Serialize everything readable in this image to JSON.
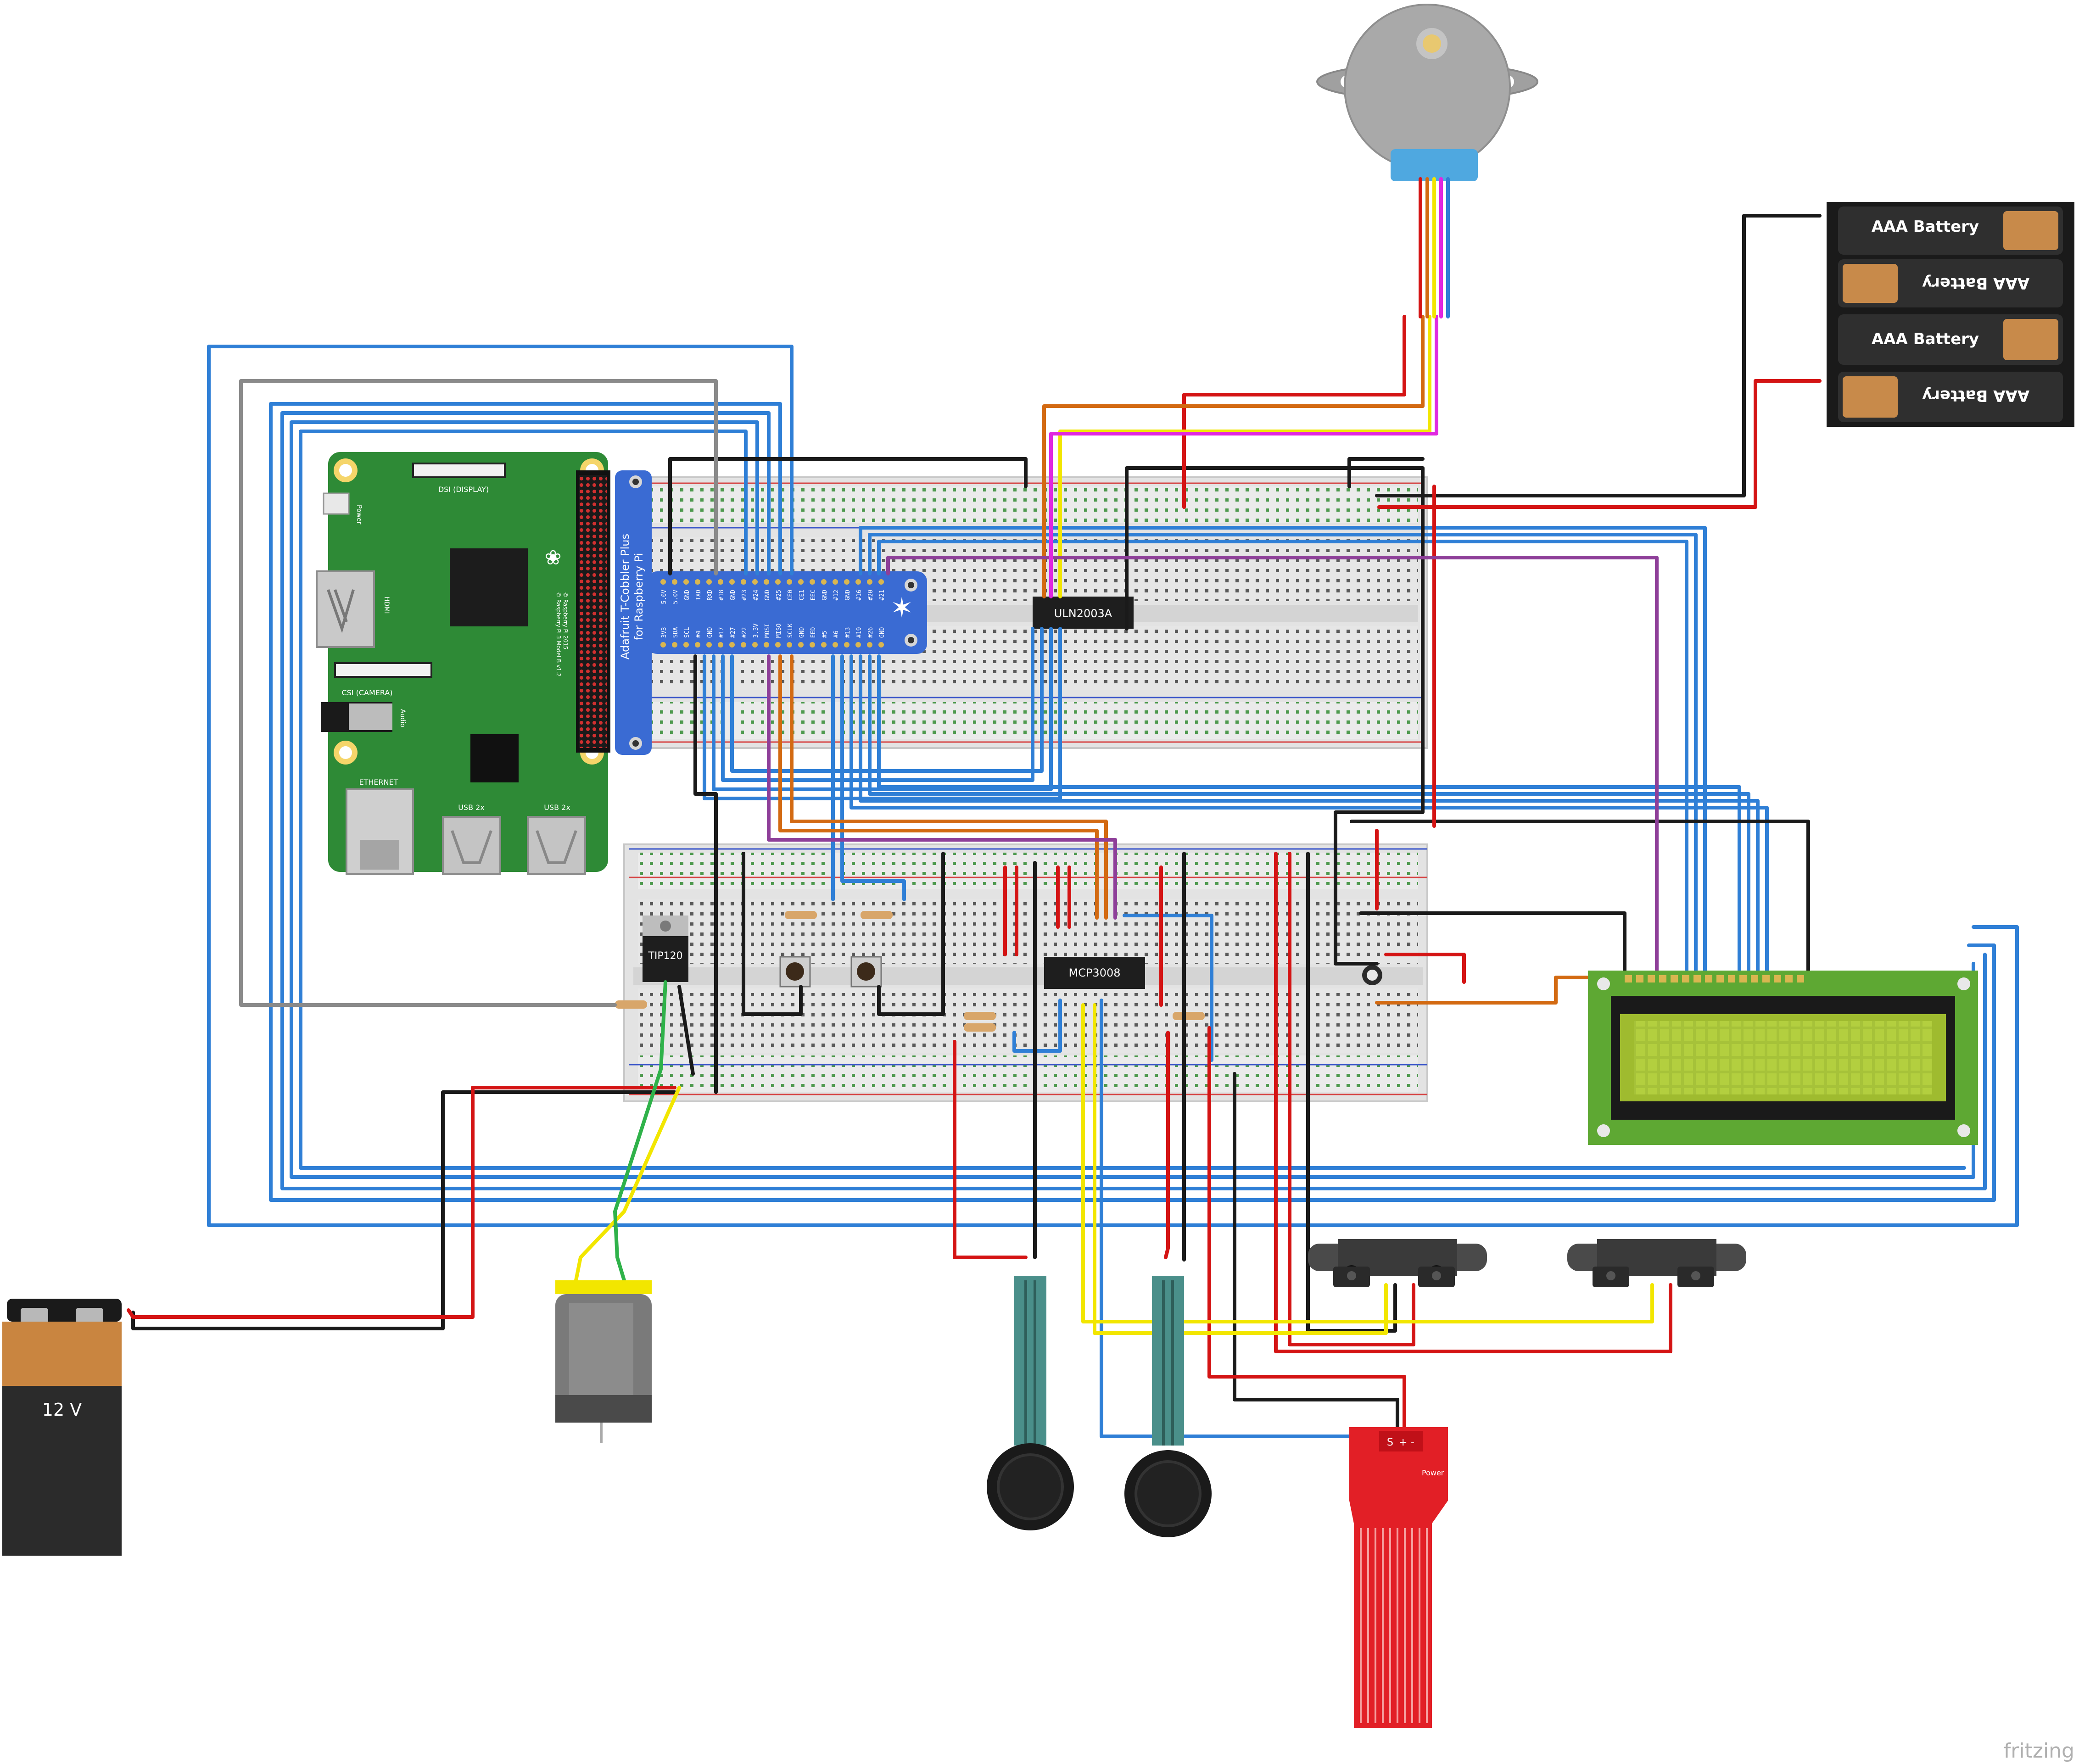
{
  "diagram": {
    "tool_mark": "fritzing",
    "battery_12v_label": "12 V",
    "aaa_battery_label": "AAA Battery",
    "tip120_label": "TIP120",
    "mcp3008_label": "MCP3008",
    "uln2003_label": "ULN2003A",
    "cobbler_title_1": "Adafruit T-Cobbler Plus",
    "cobbler_title_2": "for Raspberry Pi",
    "cobbler_top_pins": [
      "5.0V",
      "5.0V",
      "GND",
      "TXD",
      "RXD",
      "#18",
      "GND",
      "#23",
      "#24",
      "GND",
      "#25",
      "CE0",
      "CE1",
      "EEC",
      "GND",
      "#12",
      "GND",
      "#16",
      "#20",
      "#21"
    ],
    "cobbler_bottom_pins": [
      "3V3",
      "SDA",
      "SCL",
      "#4",
      "GND",
      "#17",
      "#27",
      "#22",
      "3.3V",
      "MOSI",
      "MISO",
      "SCLK",
      "GND",
      "EED",
      "#5",
      "#6",
      "#13",
      "#19",
      "#26",
      "GND"
    ],
    "pi_labels": {
      "dsi": "DSI (DISPLAY)",
      "power": "Power",
      "hdmi": "HDMI",
      "csi": "CSI (CAMERA)",
      "audio": "Audio",
      "ethernet": "ETHERNET",
      "usb1": "USB 2x",
      "usb2": "USB 2x",
      "model": "© Raspberry Pi 3 Model B v1.2",
      "year": "© Raspberry Pi 2015"
    },
    "water_sensor_label": "Power",
    "water_sensor_pins": [
      "S",
      "+",
      "-"
    ],
    "wire_colors": {
      "blue": "#2f7fd6",
      "red": "#d41414",
      "black": "#1a1a1a",
      "yellow": "#f2e600",
      "orange": "#d36a12",
      "purple": "#8e3f99",
      "magenta": "#e028e0",
      "green": "#2fb24a",
      "gray": "#8a8a8a"
    }
  }
}
